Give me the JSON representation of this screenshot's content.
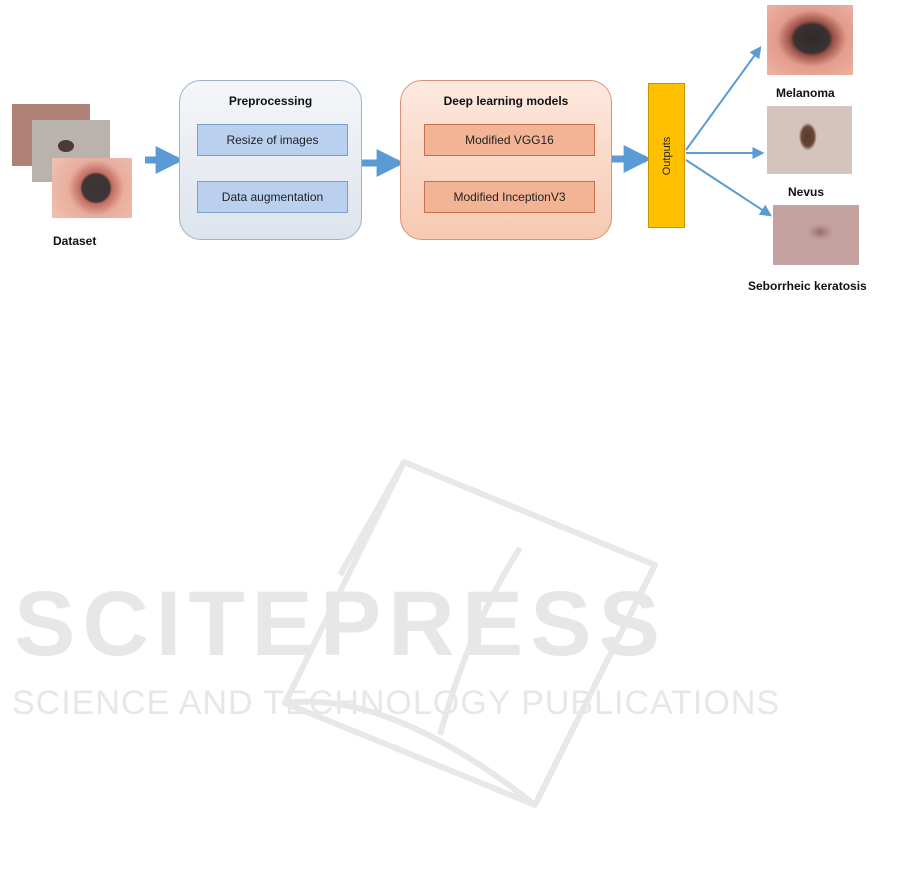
{
  "dataset": {
    "label": "Dataset"
  },
  "preprocessing": {
    "title": "Preprocessing",
    "steps": [
      "Resize of images",
      "Data augmentation"
    ]
  },
  "deep_learning": {
    "title": "Deep learning models",
    "models": [
      "Modified VGG16",
      "Modified InceptionV3"
    ]
  },
  "outputs": {
    "label": "Outputs"
  },
  "classes": [
    "Melanoma",
    "Nevus",
    "Seborrheic keratosis"
  ],
  "watermark": {
    "name": "SCITEPRESS",
    "tagline": "SCIENCE AND TECHNOLOGY PUBLICATIONS"
  },
  "colors": {
    "arrow": "#5b9bd5",
    "preprocessing_fill": "#dde4ec",
    "preprocessing_step_fill": "#b9d0ee",
    "deep_learning_fill": "#f6c9b1",
    "deep_learning_model_fill": "#f3b395",
    "outputs_fill": "#ffc000",
    "watermark": "#e7e7e7"
  }
}
